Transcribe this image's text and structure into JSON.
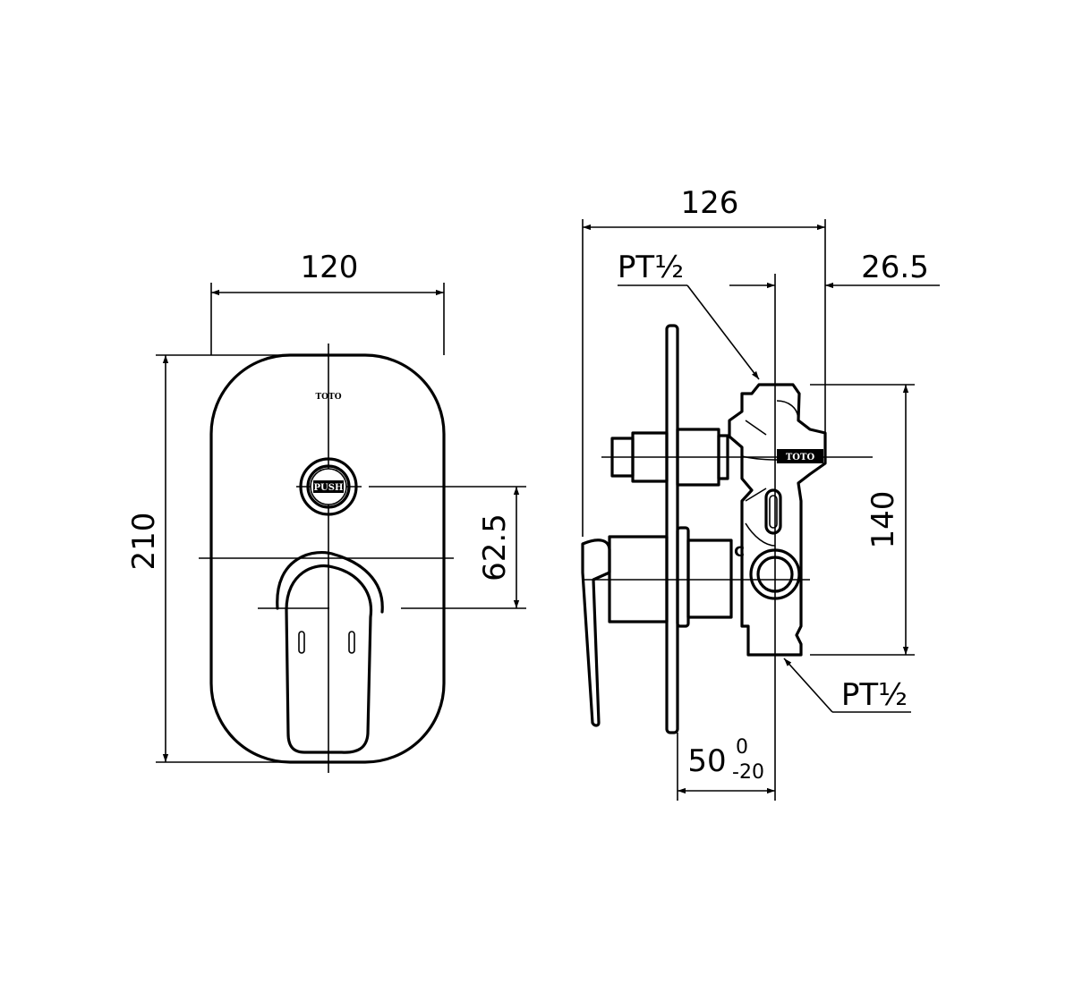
{
  "front_view": {
    "width_label": "120",
    "height_label": "210",
    "offset_label": "62.5",
    "brand_logo": "TOTO",
    "push_button_label": "PUSH"
  },
  "side_view": {
    "depth_label": "126",
    "outlet_offset_label": "26.5",
    "inlet_spacing_label": "140",
    "wall_depth_label": "50",
    "wall_depth_tol_upper": "0",
    "wall_depth_tol_lower": "-20",
    "top_thread_label": "PT½",
    "bottom_thread_label": "PT½",
    "body_logo": "TOTO",
    "cold_marker": "C"
  }
}
